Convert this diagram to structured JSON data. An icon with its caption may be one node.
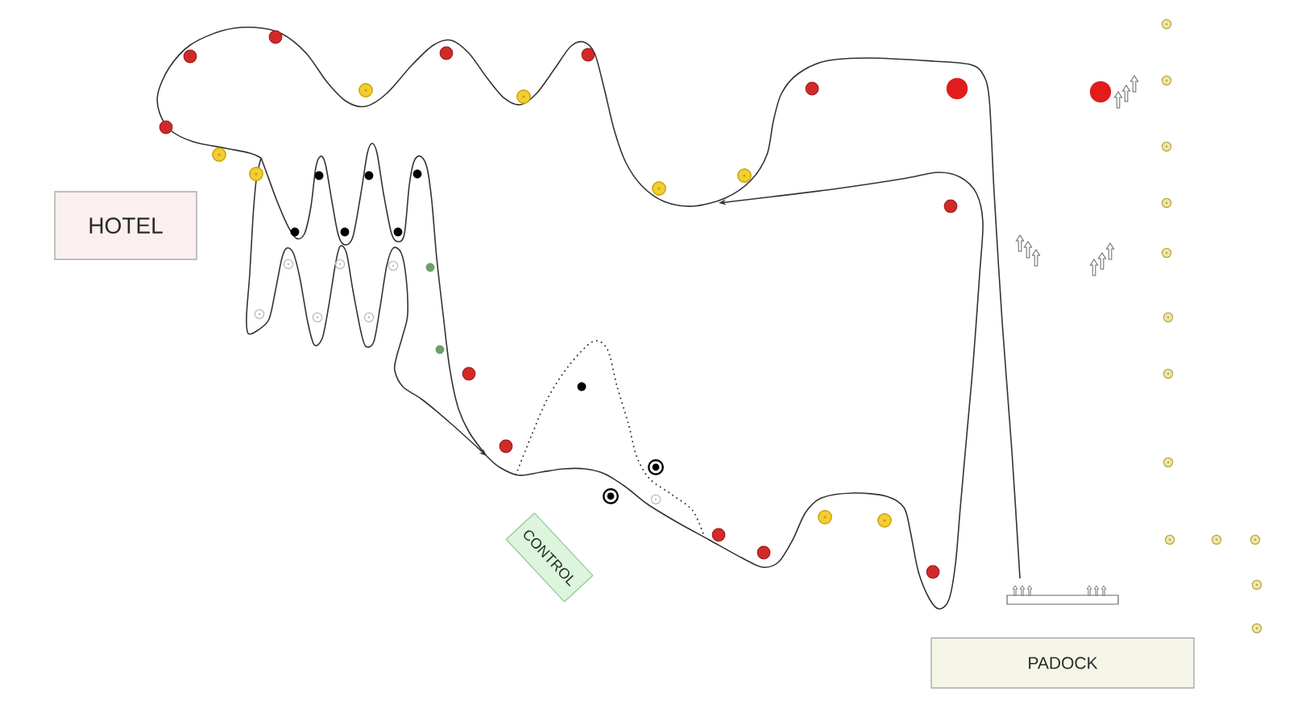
{
  "diagram": {
    "nodes": [
      {
        "text": [
          "HOTEL"
        ]
      },
      {
        "text": [
          "CONTROL"
        ]
      },
      {
        "text": [
          "PADOCK"
        ]
      }
    ]
  }
}
